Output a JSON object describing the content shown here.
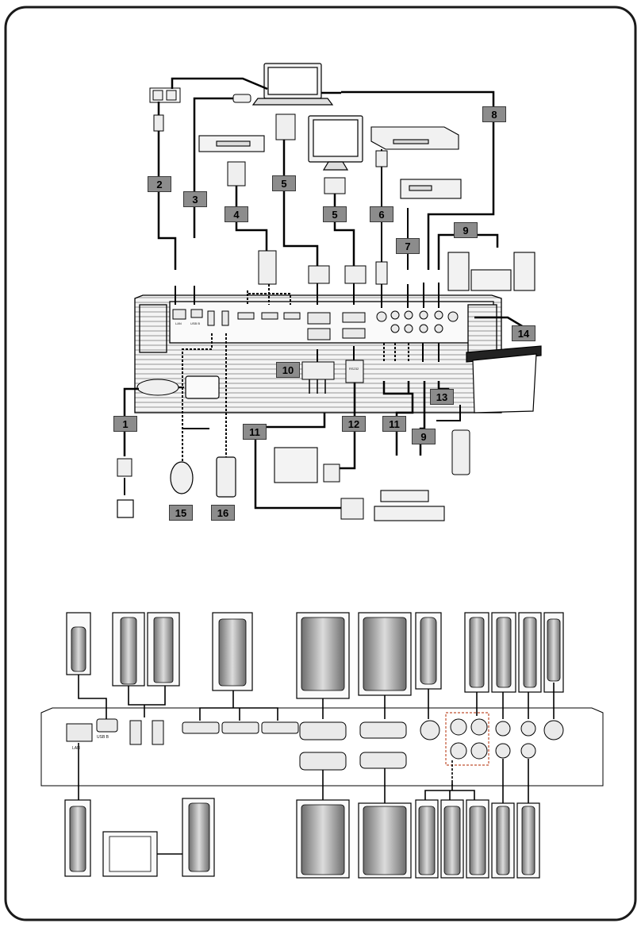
{
  "badges": {
    "b1": "1",
    "b2": "2",
    "b3": "3",
    "b4": "4",
    "b5a": "5",
    "b5b": "5",
    "b6": "6",
    "b7": "7",
    "b8": "8",
    "b9a": "9",
    "b9b": "9",
    "b10": "10",
    "b11a": "11",
    "b11b": "11",
    "b12": "12",
    "b13": "13",
    "b14": "14",
    "b15": "15",
    "b16": "16"
  },
  "port_labels": {
    "lan_top": "LAN",
    "usbb_top": "USB B",
    "rs232": "RS232",
    "lan_bottom": "LAN",
    "usbb_bottom": "USB B"
  },
  "colors": {
    "frame": "#1a1a1a",
    "badge_fill": "#8c8c8c",
    "line": "#000000",
    "device_fill": "#e6e6e6"
  }
}
